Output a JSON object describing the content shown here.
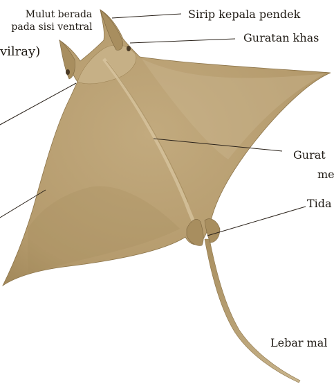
{
  "labels": {
    "mouth_line1": "Mulut berada",
    "mouth_line2": "pada sisi ventral",
    "cephalic_fin": "Sirip kepala pendek",
    "distinct_groove": "Guratan khas",
    "name_fragment": "vilray)",
    "gurat_line1": "Gurat",
    "gurat_line2": "me",
    "tida": "Tida",
    "lebar": "Lebar mal"
  },
  "colors": {
    "body": "#b9a074",
    "body_shadow": "#9c8355",
    "body_highlight": "#d4c19b",
    "line": "#2a221a",
    "text": "#1f1a14"
  }
}
